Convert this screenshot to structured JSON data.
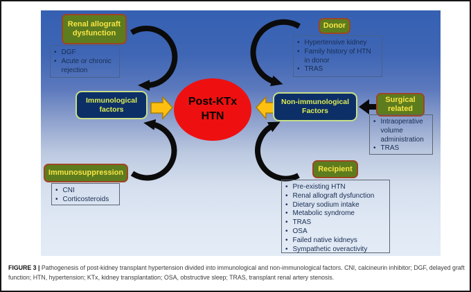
{
  "figure": {
    "caption_label": "FIGURE 3 |",
    "caption_text": " Pathogenesis of post-kidney transplant hypertension divided into immunological and non-immunological factors. CNI, calcineurin inhibitor; DGF, delayed graft function; HTN, hypertension; KTx, kidney transplantation; OSA, obstructive sleep; TRAS, transplant renal artery stenosis."
  },
  "center": {
    "line1": "Post-KTx",
    "line2": "HTN"
  },
  "factors": {
    "immunological": "Immunological factors",
    "non_immunological": "Non-immunological Factors"
  },
  "categories": {
    "renal": {
      "title": "Renal allograft dysfunction",
      "items": [
        "DGF",
        "Acute or chronic rejection"
      ]
    },
    "immunosuppression": {
      "title": "Immunosuppression",
      "items": [
        "CNI",
        "Corticosteroids"
      ]
    },
    "donor": {
      "title": "Donor",
      "items": [
        "Hypertensive kidney",
        "Family history of HTN in donor",
        "TRAS"
      ]
    },
    "surgical": {
      "title": "Surgical related",
      "items": [
        "Intraoperative volume administration",
        "TRAS"
      ]
    },
    "recipient": {
      "title": "Recipient",
      "items": [
        "Pre-existing HTN",
        "Renal allograft dysfunction",
        "Dietary sodium intake",
        "Metabolic syndrome",
        "TRAS",
        "OSA",
        "Failed native kidneys",
        "Sympathetic overactivity"
      ]
    }
  },
  "colors": {
    "background_top": "#3560b2",
    "background_bottom": "#e3ecf6",
    "category_box": "#5d7c1e",
    "category_border": "#9e4524",
    "category_text": "#f8e544",
    "factor_box": "#0d2f67",
    "factor_border": "#c8e089",
    "factor_text": "#dbec55",
    "center_ellipse": "#ee1010",
    "yellow_arrow": "#fdc010",
    "black_arrow": "#0b0b0b"
  }
}
